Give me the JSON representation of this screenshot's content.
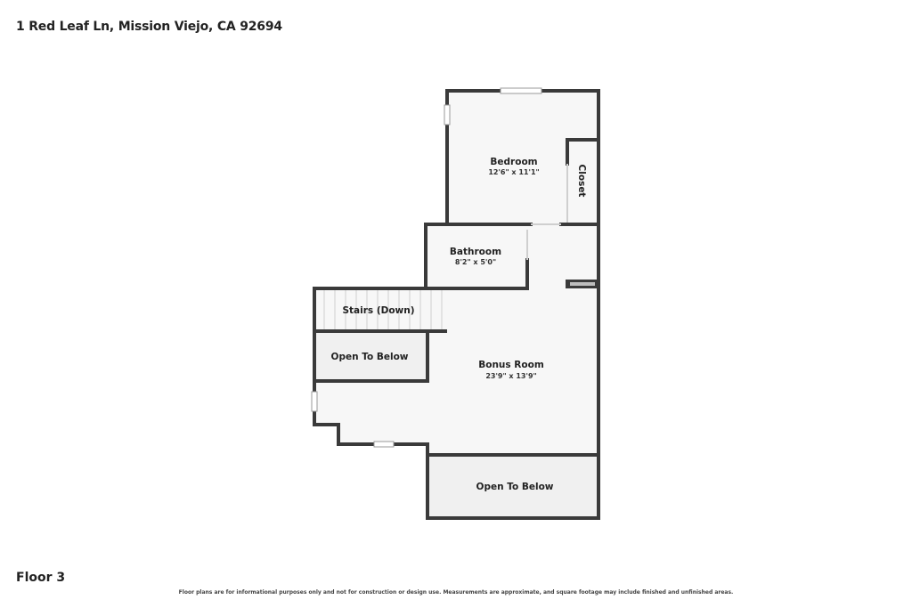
{
  "address": "1 Red Leaf Ln, Mission Viejo, CA 92694",
  "floor_label": "Floor 3",
  "disclaimer": "Floor plans are for informational purposes only and not for construction or design use. Measurements are approximate, and square footage may include finished and unfinished areas.",
  "rooms": {
    "bedroom": {
      "name": "Bedroom",
      "dims": "12'6\" x 11'1\""
    },
    "closet": {
      "name": "Closet"
    },
    "bathroom": {
      "name": "Bathroom",
      "dims": "8'2\" x 5'0\""
    },
    "stairs": {
      "name": "Stairs (Down)"
    },
    "open_to_below_left": {
      "name": "Open To Below"
    },
    "bonus_room": {
      "name": "Bonus Room",
      "dims": "23'9\" x 13'9\""
    },
    "open_to_below_bottom": {
      "name": "Open To Below"
    }
  },
  "colors": {
    "wall": "#3a3a3a",
    "floor": "#f7f7f7",
    "open_area": "#f0f0f0"
  }
}
